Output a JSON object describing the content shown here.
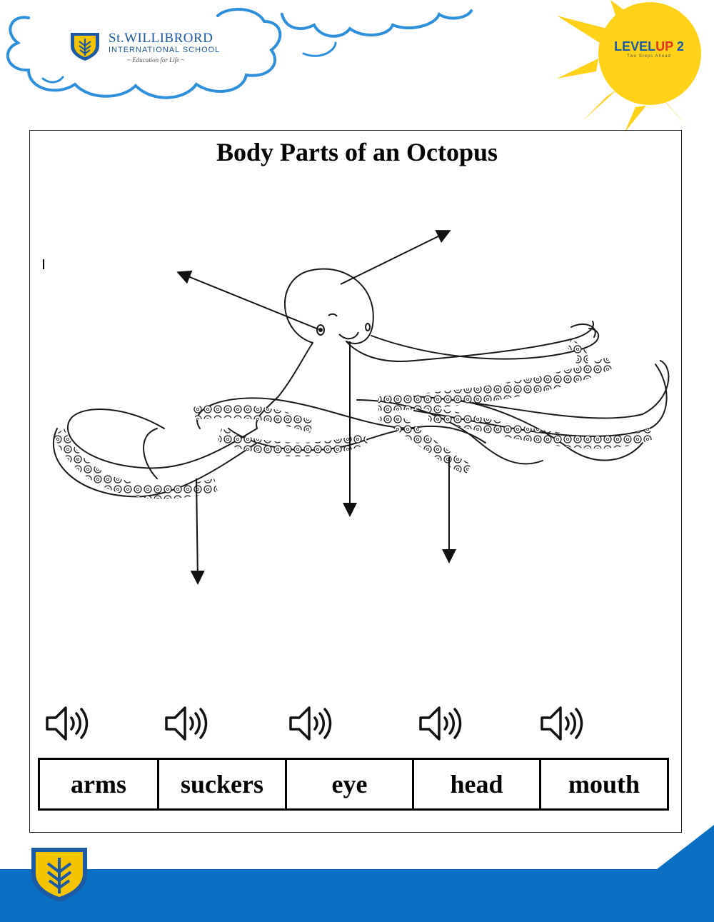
{
  "header": {
    "school_name": "St.WILLIBRORD",
    "school_subtitle": "INTERNATIONAL SCHOOL",
    "school_motto": "~ Education for Life ~",
    "levelup_main": "LEVEL",
    "levelup_up": "UP",
    "levelup_num": " 2",
    "levelup_tagline": "Two Steps Ahead"
  },
  "worksheet": {
    "title": "Body Parts of an Octopus"
  },
  "word_bank": [
    {
      "word": "arms",
      "audio_icon": "speaker-icon"
    },
    {
      "word": "suckers",
      "audio_icon": "speaker-icon"
    },
    {
      "word": "eye",
      "audio_icon": "speaker-icon"
    },
    {
      "word": "head",
      "audio_icon": "speaker-icon"
    },
    {
      "word": "mouth",
      "audio_icon": "speaker-icon"
    }
  ],
  "colors": {
    "brand_blue": "#0a6fc2",
    "cloud_blue": "#2e8fdb",
    "sun_yellow": "#ffd21a",
    "crest_gold": "#f4c400"
  }
}
